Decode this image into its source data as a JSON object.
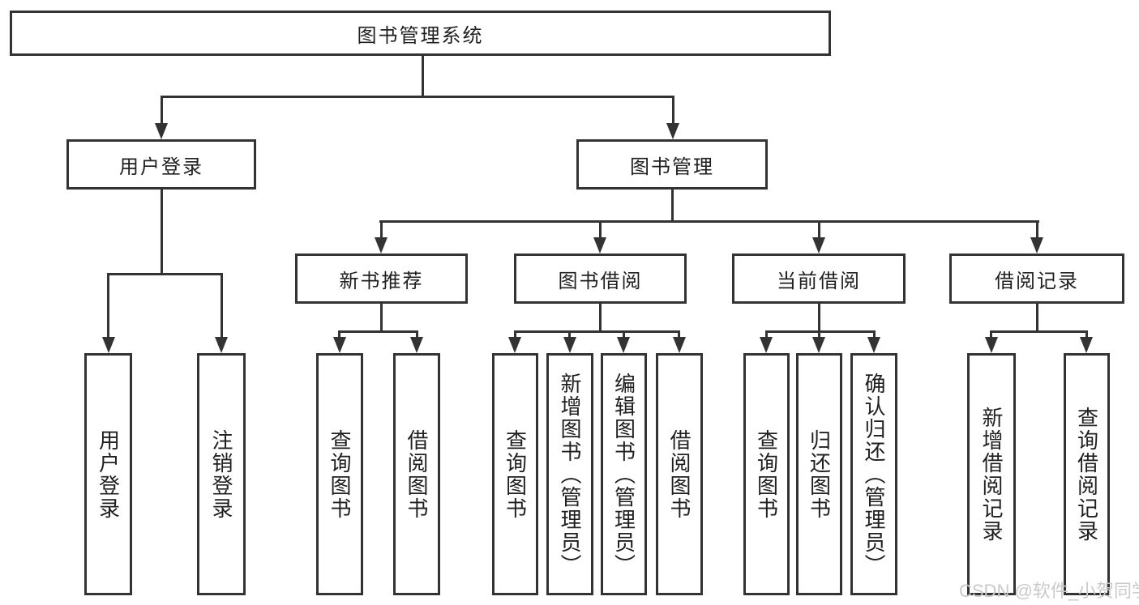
{
  "diagram": {
    "root": {
      "label": "图书管理系统"
    },
    "user_login": {
      "label": "用户登录",
      "children": [
        {
          "label": "用户登录"
        },
        {
          "label": "注销登录"
        }
      ]
    },
    "book_mgmt": {
      "label": "图书管理",
      "sections": [
        {
          "label": "新书推荐",
          "children": [
            {
              "label": "查询图书"
            },
            {
              "label": "借阅图书"
            }
          ]
        },
        {
          "label": "图书借阅",
          "children": [
            {
              "label": "查询图书"
            },
            {
              "label": "新增图书（管理员）"
            },
            {
              "label": "编辑图书（管理员）"
            },
            {
              "label": "借阅图书"
            }
          ]
        },
        {
          "label": "当前借阅",
          "children": [
            {
              "label": "查询图书"
            },
            {
              "label": "归还图书"
            },
            {
              "label": "确认归还（管理员）"
            }
          ]
        },
        {
          "label": "借阅记录",
          "children": [
            {
              "label": "新增借阅记录"
            },
            {
              "label": "查询借阅记录"
            }
          ]
        }
      ]
    }
  },
  "watermark": {
    "text": "CSDN @软件_小贺同学"
  },
  "colors": {
    "line": "#333333",
    "text": "#1f1f1f",
    "watermark": "#c9c9c9",
    "background": "#ffffff"
  }
}
